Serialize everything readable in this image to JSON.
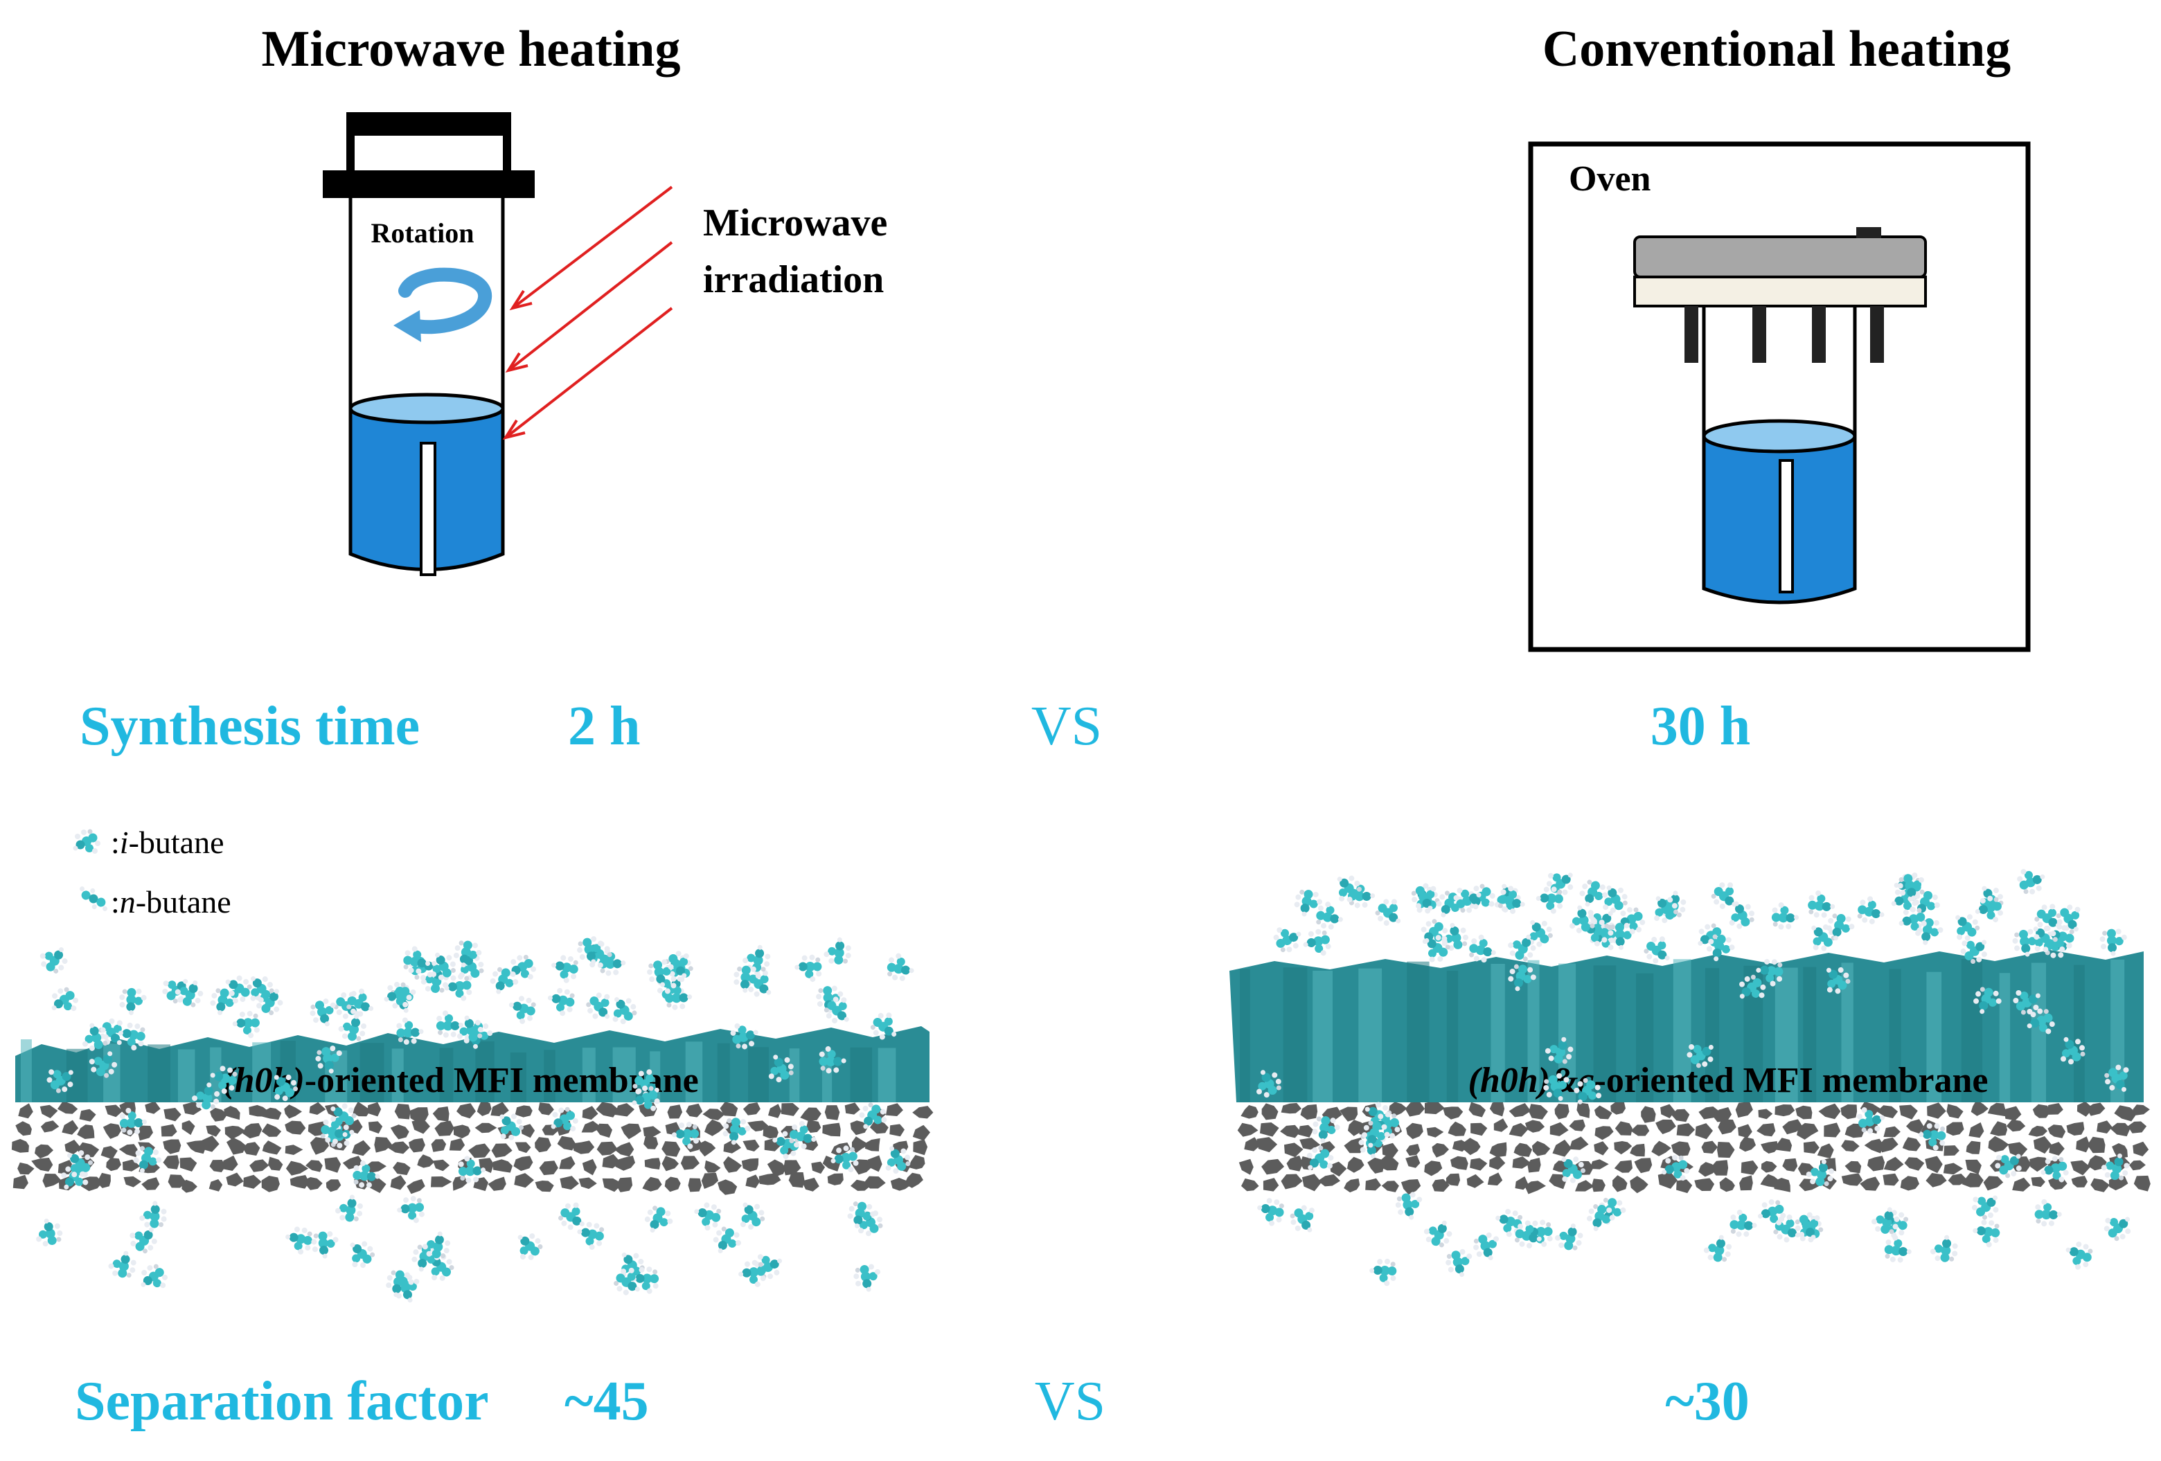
{
  "colors": {
    "accent_text": "#20b8e0",
    "liquid": "#1f86d6",
    "liquid_top": "#8fc9ef",
    "membrane": "#2a8c95",
    "membrane_light": "#54b6bd",
    "support_rock": "#5c5c5c",
    "molecule": "#3ac0c8",
    "molecule_h": "#e8ecf2",
    "irradiation": "#e02020",
    "rotation_arrow": "#4a9fd8",
    "lid_gray": "#a7a7a7",
    "lid_cream": "#f4f0e4"
  },
  "left_panel": {
    "title": "Microwave heating",
    "rotation_label": "Rotation",
    "irradiation_label_1": "Microwave",
    "irradiation_label_2": "irradiation",
    "icons": [
      "rotation-arrow-icon",
      "microwave-arrow-icon"
    ]
  },
  "right_panel": {
    "title": "Conventional heating",
    "oven_label": "Oven"
  },
  "synthesis": {
    "label": "Synthesis time",
    "microwave_value": "2 h",
    "vs": "VS",
    "conventional_value": "30 h"
  },
  "legend": {
    "i_prefix": ":",
    "i_italic": "i",
    "i_suffix": "-butane",
    "n_prefix": ":",
    "n_italic": "n",
    "n_suffix": "-butane",
    "icons": [
      "i-butane-molecule-icon",
      "n-butane-molecule-icon"
    ]
  },
  "membranes": {
    "left_italic": "(h0h)",
    "left_rest": "-oriented MFI membrane",
    "right_italic": "(h0h)&c",
    "right_rest": "-oriented MFI membrane"
  },
  "separation": {
    "label": "Separation factor",
    "microwave_value": "~45",
    "vs": "VS",
    "conventional_value": "~30"
  }
}
